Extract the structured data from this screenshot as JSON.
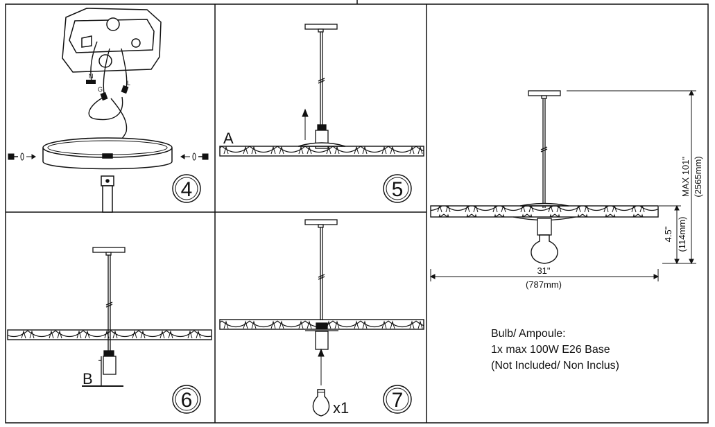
{
  "steps": {
    "step4": "4",
    "step5": "5",
    "step6": "6",
    "step7": "7"
  },
  "wire_labels": {
    "n": "N",
    "g": "G",
    "l": "L"
  },
  "part_labels": {
    "a": "A",
    "b": "B"
  },
  "bulb_qty": "x1",
  "dimensions": {
    "max_height": "MAX 101\"",
    "max_height_mm": "(2565mm)",
    "shade_height": "4.5\"",
    "shade_height_mm": "(114mm)",
    "diameter": "31\"",
    "diameter_mm": "(787mm)"
  },
  "bulb_note": {
    "line1": "Bulb/ Ampoule:",
    "line2": "1x max 100W E26 Base",
    "line3": "(Not Included/ Non Inclus)"
  }
}
